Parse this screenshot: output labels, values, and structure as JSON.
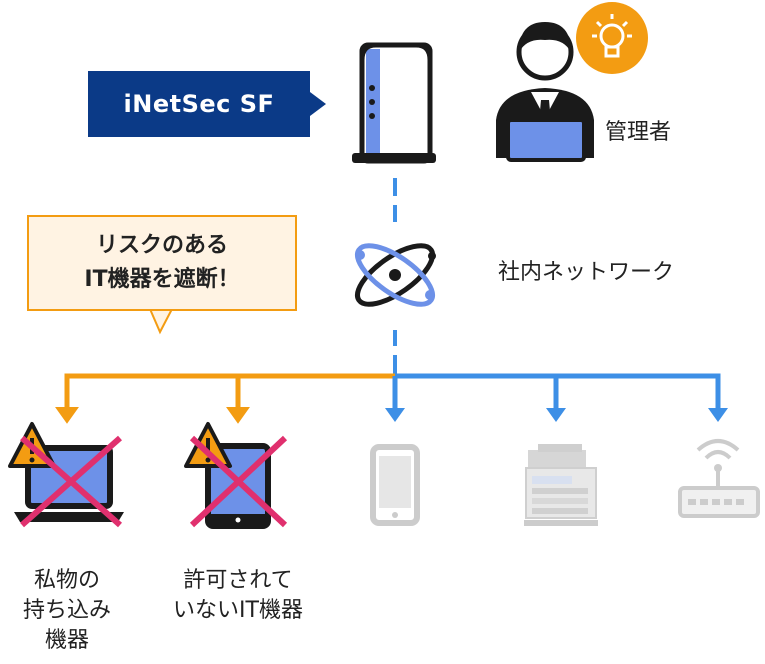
{
  "colors": {
    "navy": "#0b3a87",
    "blue": "#3d8fe6",
    "orange": "#f39c12",
    "cross": "#e0306e",
    "device_blue": "#6d91e8",
    "light_gray": "#d0d0d0"
  },
  "product": {
    "name": "iNetSec SF"
  },
  "admin": {
    "label": "管理者",
    "icon": "lightbulb-icon"
  },
  "network": {
    "label": "社内ネットワーク",
    "icon": "network-atom-icon"
  },
  "callout": {
    "line1": "リスクのある",
    "line2": "IT機器を遮断！"
  },
  "blocked_devices": [
    {
      "label_lines": [
        "私物の",
        "持ち込み",
        "機器"
      ],
      "icon": "laptop-icon",
      "status": "blocked"
    },
    {
      "label_lines": [
        "許可されて",
        "いないIT機器"
      ],
      "icon": "tablet-icon",
      "status": "blocked"
    }
  ],
  "allowed_devices": [
    {
      "icon": "smartphone-icon"
    },
    {
      "icon": "printer-icon"
    },
    {
      "icon": "router-icon"
    }
  ]
}
